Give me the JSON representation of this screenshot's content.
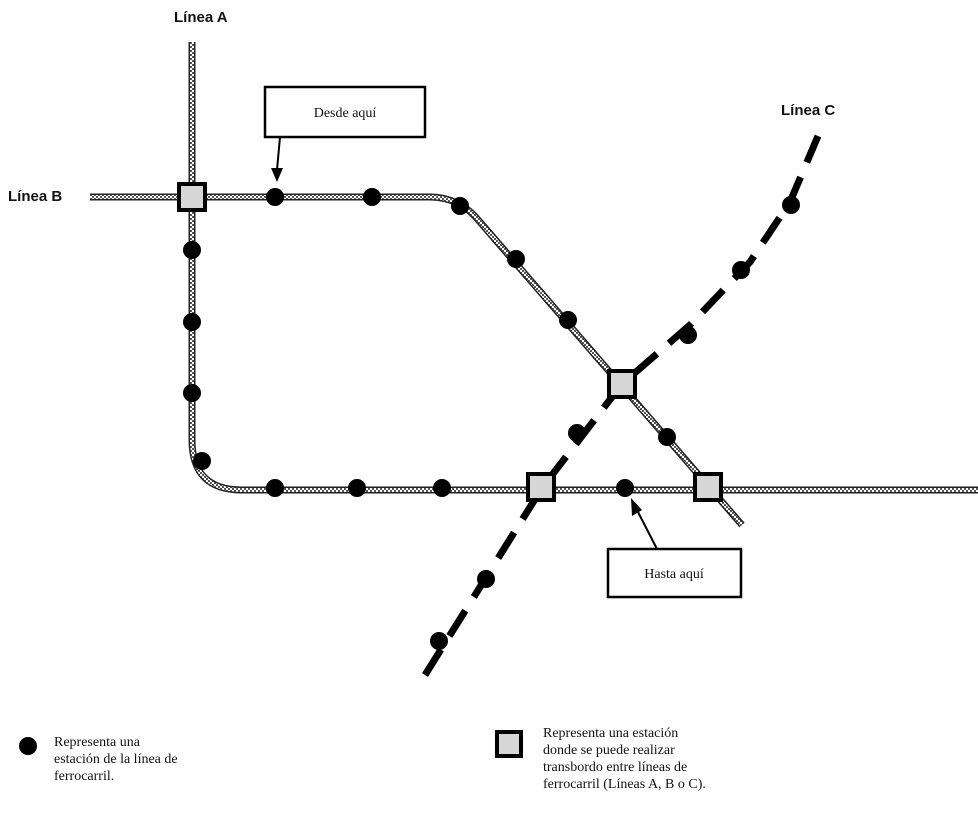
{
  "lines": {
    "a_label": "Línea A",
    "b_label": "Línea B",
    "c_label": "Línea C"
  },
  "callouts": {
    "from_label": "Desde aquí",
    "to_label": "Hasta aquí"
  },
  "legend": {
    "station_text": "Representa una\nestación de la línea de\nferrocarril.",
    "transfer_text": "Representa una estación\ndonde se puede realizar\ntransbordo entre líneas de\nferrocarril (Líneas A, B o C)."
  },
  "colors": {
    "ink": "#111111",
    "track_fill": "#c8c8c8",
    "transfer_fill": "#d6d6d6"
  },
  "icons": {
    "station": "filled-circle",
    "transfer": "hollow-square"
  }
}
